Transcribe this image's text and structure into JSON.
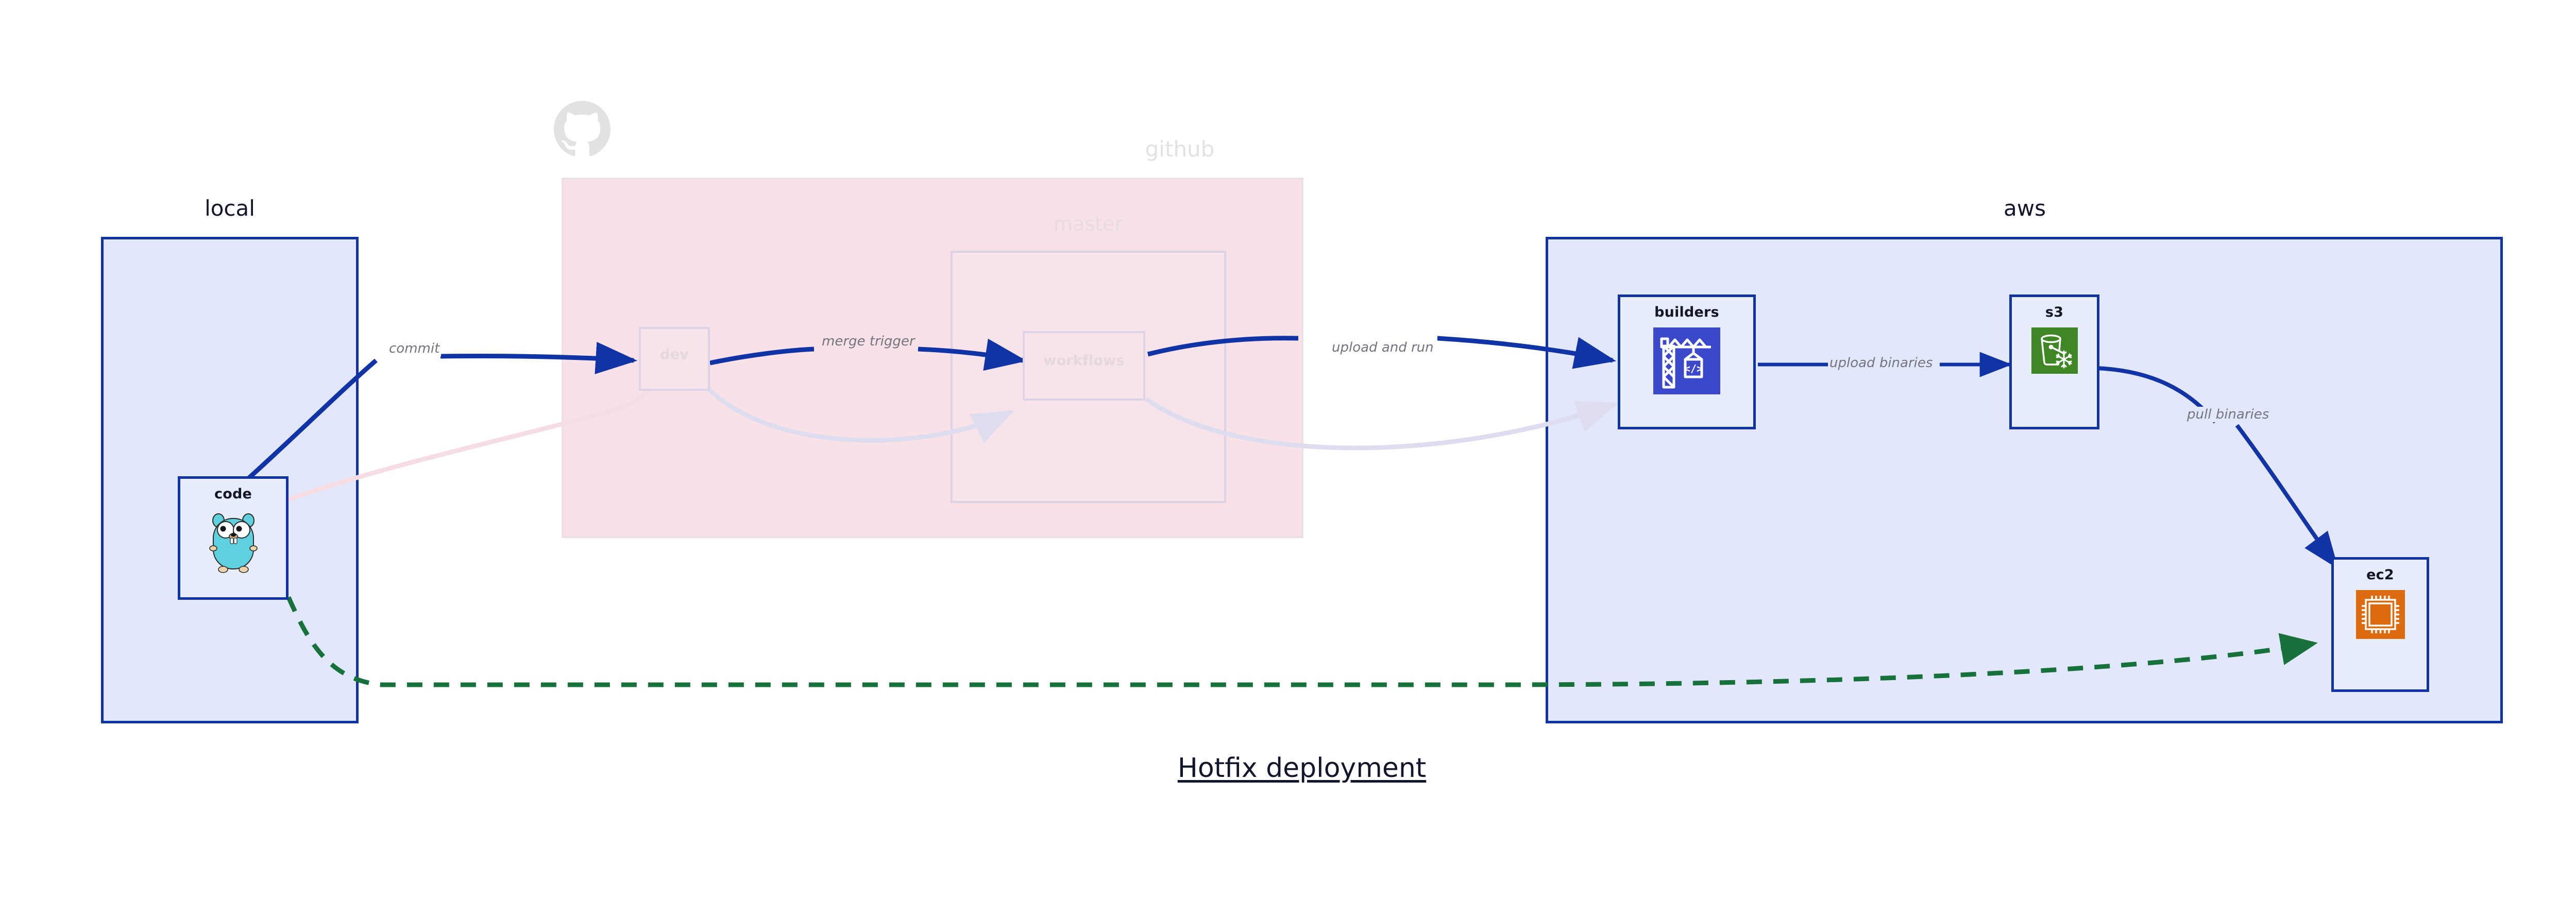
{
  "diagram": {
    "title": "Hotfix deployment",
    "colors": {
      "accent_blue": "#1034a6",
      "cluster_blue_fill": "#e2e7fb",
      "cluster_pink_fill": "#f9e1e8",
      "cluster_master_fill": "#f7e3e9",
      "node_fill": "#e8edfb",
      "label_gray": "#72757e",
      "dashed_green": "#16713a",
      "faded_border": "#ddd2e6",
      "aws_codebuild_purple": "#3b48cc",
      "aws_s3_green": "#3f8624",
      "aws_ec2_orange": "#dd6b10",
      "gopher_cyan": "#5fd0de"
    }
  },
  "clusters": [
    {
      "id": "local",
      "label": "local",
      "faded": false
    },
    {
      "id": "github",
      "label": "github",
      "faded": true
    },
    {
      "id": "master",
      "label": "master",
      "faded": true
    },
    {
      "id": "aws",
      "label": "aws",
      "faded": false
    }
  ],
  "nodes": [
    {
      "id": "code",
      "label": "code",
      "icon": "go-gopher-icon",
      "faded": false
    },
    {
      "id": "dev",
      "label": "dev",
      "icon": "none",
      "faded": true
    },
    {
      "id": "workflows",
      "label": "workflows",
      "icon": "none",
      "faded": true
    },
    {
      "id": "builders",
      "label": "builders",
      "icon": "aws-codebuild-icon",
      "faded": false
    },
    {
      "id": "s3",
      "label": "s3",
      "icon": "aws-s3-glacier-icon",
      "faded": false
    },
    {
      "id": "ec2",
      "label": "ec2",
      "icon": "aws-ec2-icon",
      "faded": false
    }
  ],
  "edges": [
    {
      "id": "commit",
      "label": "commit",
      "from": "code",
      "to": "dev",
      "style": "solid-blue",
      "faded": false
    },
    {
      "id": "merge-trigger",
      "label": "merge trigger",
      "from": "dev",
      "to": "workflows",
      "style": "solid-blue",
      "faded": false
    },
    {
      "id": "upload-and-run",
      "label": "upload and run",
      "from": "workflows",
      "to": "builders",
      "style": "solid-blue",
      "faded": false
    },
    {
      "id": "upload-binaries",
      "label": "upload binaries",
      "from": "builders",
      "to": "s3",
      "style": "solid-blue",
      "faded": false
    },
    {
      "id": "pull-binaries",
      "label": "pull binaries",
      "from": "s3",
      "to": "ec2",
      "style": "solid-blue",
      "faded": false
    },
    {
      "id": "hotfix-direct",
      "label": "",
      "from": "code",
      "to": "ec2",
      "style": "dashed-green",
      "faded": false
    },
    {
      "id": "faded-code-dev",
      "label": "",
      "from": "code",
      "to": "dev",
      "style": "faded-pink",
      "faded": true
    },
    {
      "id": "faded-dev-wf",
      "label": "",
      "from": "dev",
      "to": "workflows",
      "style": "faded-lilac",
      "faded": true
    },
    {
      "id": "faded-wf-builders",
      "label": "",
      "from": "workflows",
      "to": "builders",
      "style": "faded-lilac",
      "faded": true
    }
  ],
  "icons": {
    "octocat": "github-octocat-icon"
  }
}
